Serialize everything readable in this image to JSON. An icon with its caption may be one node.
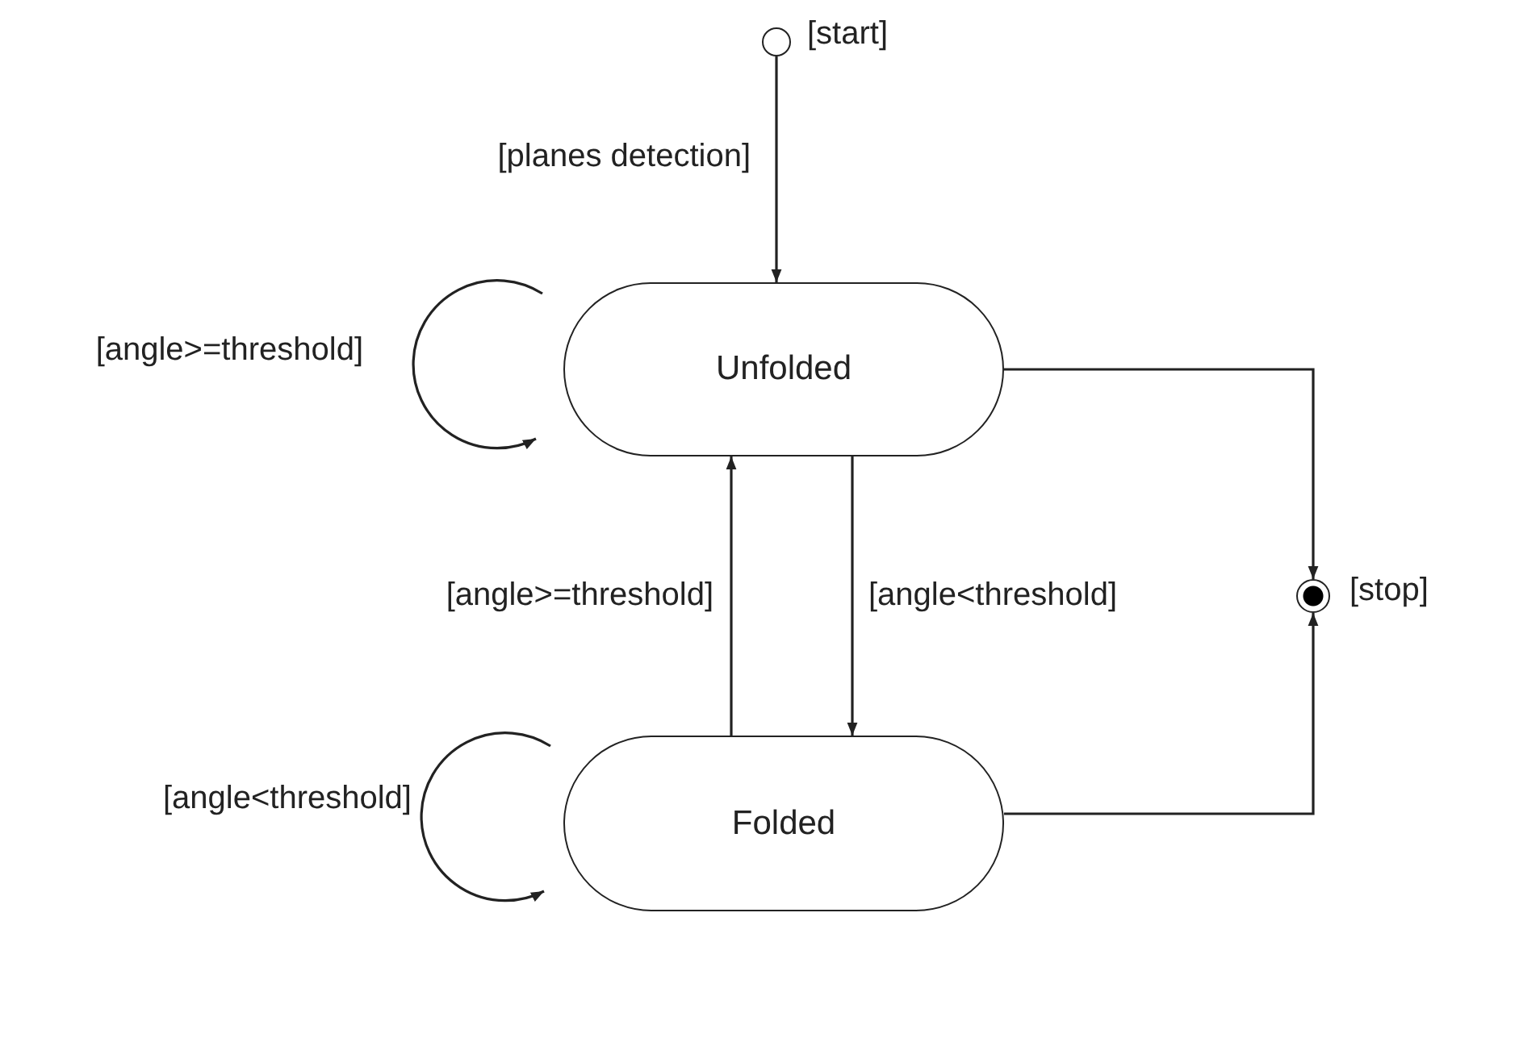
{
  "diagram": {
    "nodes": [
      {
        "text": [],
        "shape": "circle",
        "beside": [
          "[start]"
        ]
      },
      {
        "text": [
          "Unfolded"
        ]
      },
      {
        "text": [
          "Folded"
        ]
      },
      {
        "text": [],
        "shape": "circle",
        "beside": [
          "[stop]"
        ]
      }
    ],
    "edges": [
      {
        "from": 0,
        "to": 1,
        "arrow": "to",
        "label": "[planes detection]"
      },
      {
        "from": 1,
        "to": 1,
        "arrow": "to",
        "label": "[angle>=threshold]"
      },
      {
        "from": 2,
        "to": 1,
        "arrow": "to",
        "label": "[angle>=threshold]"
      },
      {
        "from": 1,
        "to": 2,
        "arrow": "to",
        "label": "[angle<threshold]"
      },
      {
        "from": 2,
        "to": 2,
        "arrow": "to",
        "label": "[angle<threshold]"
      },
      {
        "from": 1,
        "to": 3,
        "arrow": "to"
      },
      {
        "from": 2,
        "to": 3,
        "arrow": "to"
      }
    ]
  }
}
